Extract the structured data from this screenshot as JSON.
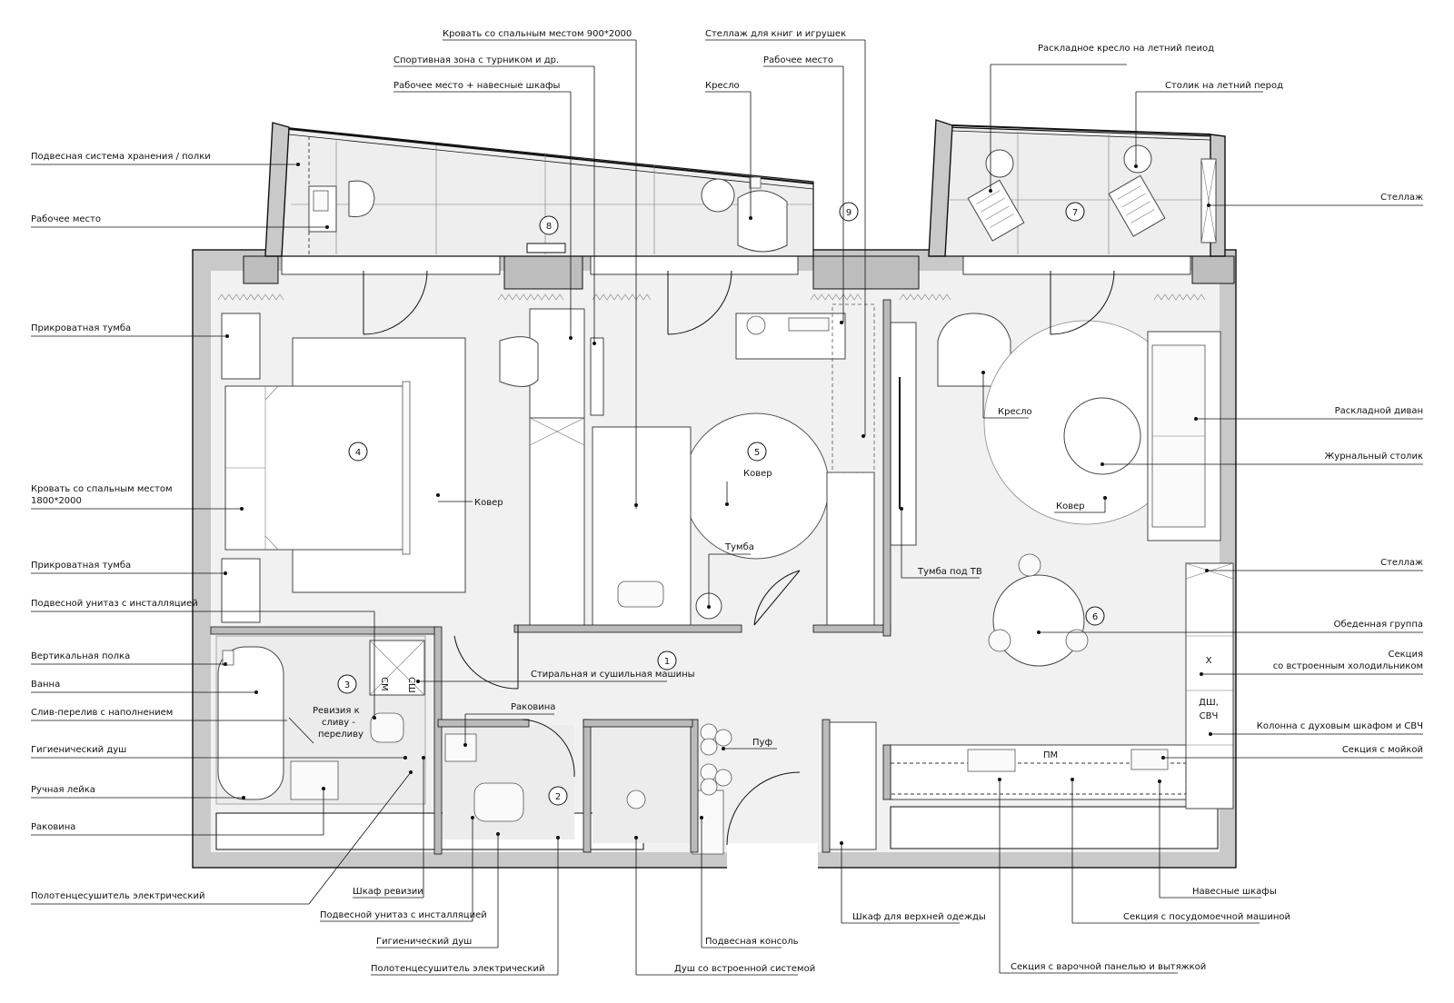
{
  "callouts_top": {
    "bed_child": "Кровать со спальным местом 900*2000",
    "shelving_books_toys": "Стеллаж для книг и игрушек",
    "sport_zone": "Спортивная зона с турником и др.",
    "workplace_top": "Рабочее место",
    "folding_armchair": "Раскладное кресло на летний пеиод",
    "workplace_cabinets": "Рабочее место + навесные шкафы",
    "armchair_top": "Кресло",
    "summer_table": "Столик на летний перод"
  },
  "callouts_left": {
    "hanging_storage": "Подвесная система хранения / полки",
    "workplace_left": "Рабочее место",
    "nightstand_1": "Прикроватная тумба",
    "double_bed": "Кровать со спальным местом",
    "double_bed_size": "1800*2000",
    "nightstand_2": "Прикроватная тумба",
    "toilet_1": "Подвесной унитаз с инсталляцией",
    "vertical_shelf": "Вертикальная полка",
    "bathtub": "Ванна",
    "overflow": "Слив-перелив с наполнением",
    "hygienic_shower_1": "Гигиенический душ",
    "hand_shower": "Ручная лейка",
    "sink_1": "Раковина",
    "towel_dryer_1": "Полотенцесушитель электрический"
  },
  "callouts_right": {
    "shelving_1": "Стеллаж",
    "sofa": "Раскладной диван",
    "coffee_table": "Журнальный столик",
    "shelving_2": "Стеллаж",
    "dining_group": "Обеденная группа",
    "fridge_line1": "Секция",
    "fridge_line2": "со встроенным холодильником",
    "oven_column": "Колонна с духовым шкафом  и СВЧ",
    "sink_section": "Секция с мойкой"
  },
  "callouts_bottom": {
    "inspection_cabinet": "Шкаф ревизии",
    "toilet_2": "Подвесной унитаз с инсталляцией",
    "hygienic_shower_2": "Гигиенический душ",
    "towel_dryer_2": "Полотенцесушитель электрический",
    "hanging_console": "Подвесная консоль",
    "builtin_shower": "Душ со встроенной системой",
    "outerwear_wardrobe": "Шкаф для верхней одежды",
    "hob_section": "Секция с варочной панелью и вытяжкой",
    "dishwasher_section": "Секция с посудомоечной машиной",
    "wall_cabinets": "Навесные шкафы"
  },
  "inplan": {
    "rug_bedroom": "Ковер",
    "rug_kids": "Ковер",
    "nightstand_kids": "Тумба",
    "armchair_living": "Кресло",
    "rug_living": "Ковер",
    "tv_stand": "Тумба под  ТВ",
    "washer": "Стиральная и сушильная машины",
    "sink_hall": "Раковина",
    "pouf": "Пуф",
    "revision_l1": "Ревизия к",
    "revision_l2": "сливу -",
    "revision_l3": "переливу",
    "cm": "СМ",
    "sh": "СШ",
    "pm": "ПМ",
    "fridge_mark": "Х",
    "oven_mark_1": "ДШ,",
    "oven_mark_2": "СВЧ"
  },
  "room_numbers": [
    "1",
    "2",
    "3",
    "4",
    "5",
    "6",
    "7",
    "8",
    "9"
  ]
}
